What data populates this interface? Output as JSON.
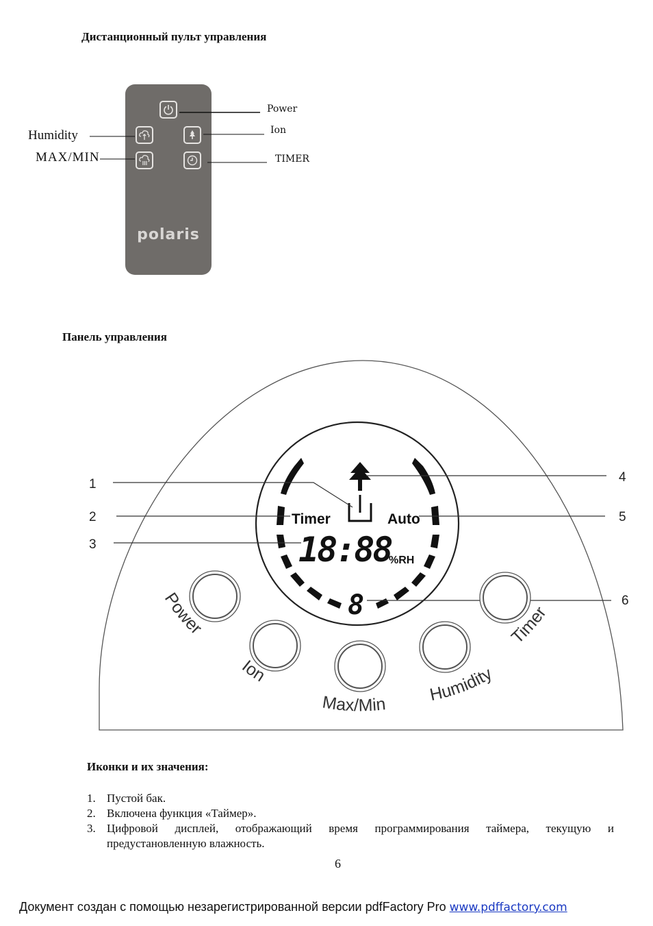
{
  "headings": {
    "remote": "Дистанционный пульт управления",
    "panel": "Панель управления",
    "icons": "Иконки и их значения:"
  },
  "remote": {
    "brand": "polaris",
    "labels": {
      "power": "Power",
      "ion": "Ion",
      "timer": "TIMER",
      "humidity": "Humidity",
      "maxmin": "MAX/MIN"
    },
    "icons": [
      "power-icon",
      "humidity-icon",
      "ion-tree-icon",
      "maxmin-icon",
      "timer-clock-icon"
    ]
  },
  "panel": {
    "display": {
      "timer": "Timer",
      "auto": "Auto",
      "digits": "18:88",
      "unit": "%RH",
      "digit_small": "8"
    },
    "callouts": [
      "1",
      "2",
      "3",
      "4",
      "5",
      "6"
    ],
    "buttons": {
      "power": "Power",
      "ion": "Ion",
      "maxmin": "Max/Min",
      "humidity": "Humidity",
      "timer": "Timer"
    }
  },
  "list": [
    {
      "num": "1.",
      "text": "Пустой бак."
    },
    {
      "num": "2.",
      "text": "Включена функция «Таймер»."
    },
    {
      "num": "3.",
      "text": "Цифровой дисплей, отображающий время программирования таймера, текущую и",
      "text2": "предустановленную влажность."
    }
  ],
  "page_number": "6",
  "footer": {
    "text": "Документ создан с помощью незарегистрированной версии pdfFactory Pro ",
    "link": "www.pdffactory.com"
  }
}
